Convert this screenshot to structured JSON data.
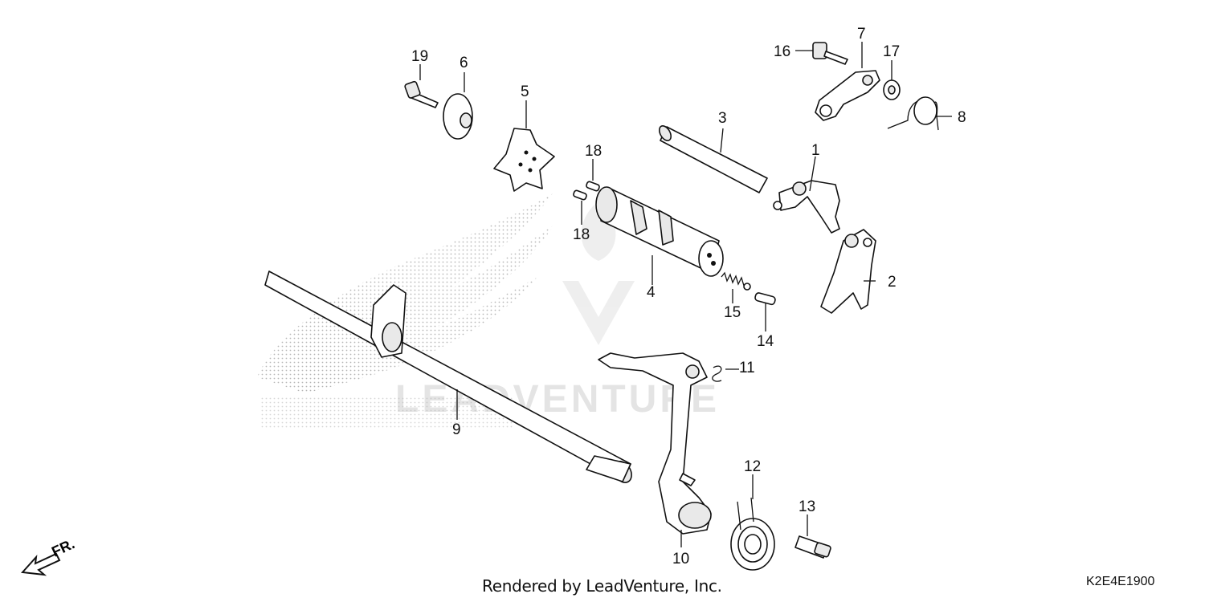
{
  "diagram": {
    "parts": {
      "p1": "1",
      "p2": "2",
      "p3": "3",
      "p4": "4",
      "p5": "5",
      "p6": "6",
      "p7": "7",
      "p8": "8",
      "p9": "9",
      "p10": "10",
      "p11": "11",
      "p12": "12",
      "p13": "13",
      "p14": "14",
      "p15": "15",
      "p16": "16",
      "p17": "17",
      "p18a": "18",
      "p18b": "18",
      "p19": "19"
    },
    "direction_label": "FR.",
    "watermark_text": "LEADVENTURE",
    "credit": "Rendered by LeadVenture, Inc.",
    "diagram_code": "K2E4E1900"
  }
}
